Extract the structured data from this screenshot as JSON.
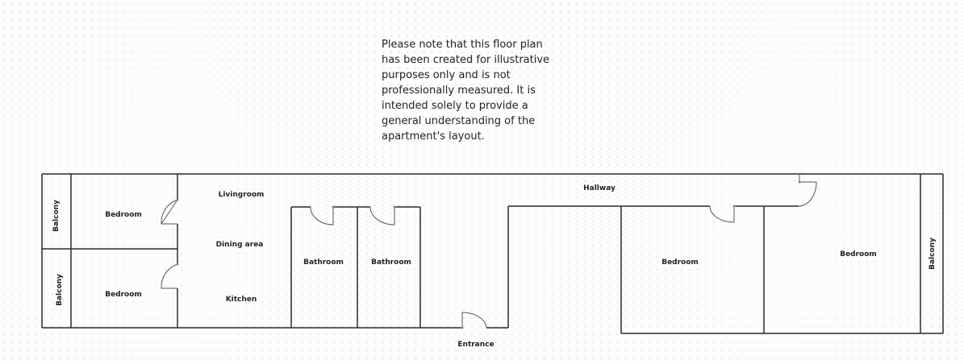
{
  "note": "Please note that this floor plan has been created for illustrative purposes only and is not professionally measured. It is intended solely to provide a general understanding of the apartment's layout.",
  "rooms": {
    "balcony_left_top": "Balcony",
    "balcony_left_bottom": "Balcony",
    "bedroom_left_top": "Bedroom",
    "bedroom_left_bottom": "Bedroom",
    "livingroom": "Livingroom",
    "dining_area": "Dining area",
    "kitchen": "Kitchen",
    "bathroom_1": "Bathroom",
    "bathroom_2": "Bathroom",
    "hallway": "Hallway",
    "entrance": "Entrance",
    "bedroom_middle": "Bedroom",
    "bedroom_right": "Bedroom",
    "balcony_right": "Balcony"
  }
}
